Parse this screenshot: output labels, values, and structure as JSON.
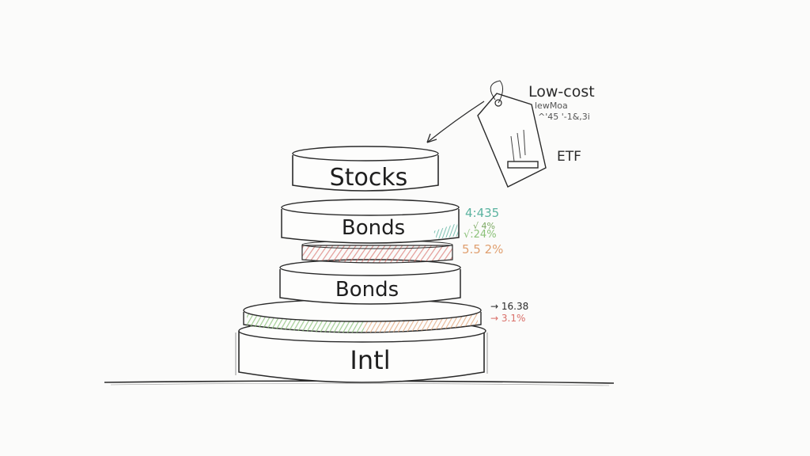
{
  "stack": {
    "layers": [
      {
        "label": "Stocks"
      },
      {
        "label": "Bonds"
      },
      {
        "label": ""
      },
      {
        "label": "Bonds"
      },
      {
        "label": ""
      },
      {
        "label": "Intl"
      }
    ]
  },
  "price_tag": {
    "title": "Low-cost",
    "line1": "lewMoa",
    "line2": "^'45 '-1&,3i",
    "side_label": "ETF"
  },
  "annotations": {
    "bonds_notes": [
      "4:435",
      "√ 4%",
      "√:24%",
      "5.5 2%"
    ],
    "base_notes": [
      "→ 16.38",
      "→ 3.1%"
    ]
  },
  "colors": {
    "ink": "#2a2a2a",
    "teal": "#5bb3a0",
    "green": "#8cc27a",
    "orange": "#e0a070",
    "red": "#d9706a",
    "paper": "#fbfbfa"
  }
}
